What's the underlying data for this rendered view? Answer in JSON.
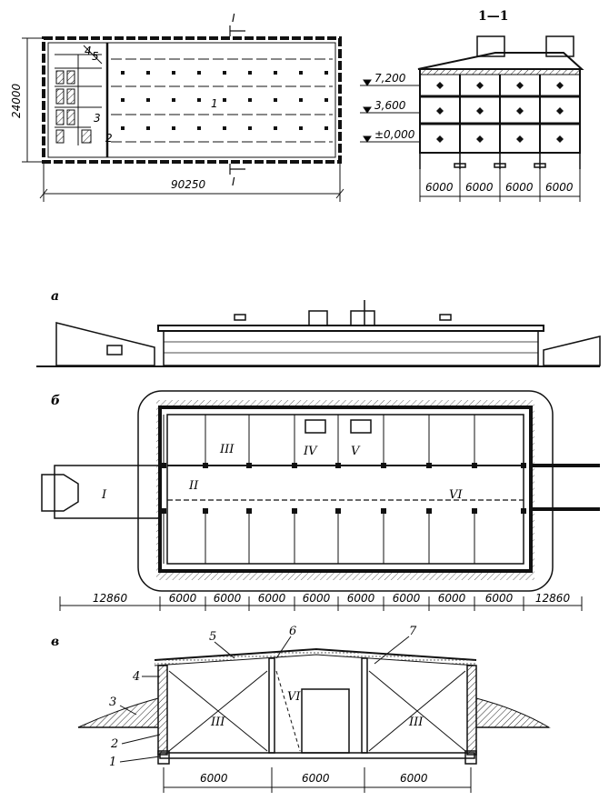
{
  "plan_top": {
    "dim_width": "90250",
    "dim_height": "24000",
    "section_marker": "I",
    "room_labels": [
      "1",
      "2",
      "3",
      "4",
      "5"
    ]
  },
  "section_1_1": {
    "title": "1—1",
    "levels": [
      "7,200",
      "3,600",
      "±0,000"
    ],
    "spans": [
      "6000",
      "6000",
      "6000",
      "6000"
    ]
  },
  "figure_a": {
    "label": "a"
  },
  "figure_b": {
    "label": "б",
    "zones": [
      "I",
      "II",
      "III",
      "IV",
      "V",
      "VI"
    ],
    "dims": [
      "12860",
      "6000",
      "6000",
      "6000",
      "6000",
      "6000",
      "6000",
      "6000",
      "6000",
      "12860"
    ]
  },
  "figure_v": {
    "label": "в",
    "zones": [
      "III",
      "VI",
      "III"
    ],
    "callouts": [
      "1",
      "2",
      "3",
      "4",
      "5",
      "6",
      "7"
    ],
    "dims": [
      "6000",
      "6000",
      "6000"
    ]
  }
}
